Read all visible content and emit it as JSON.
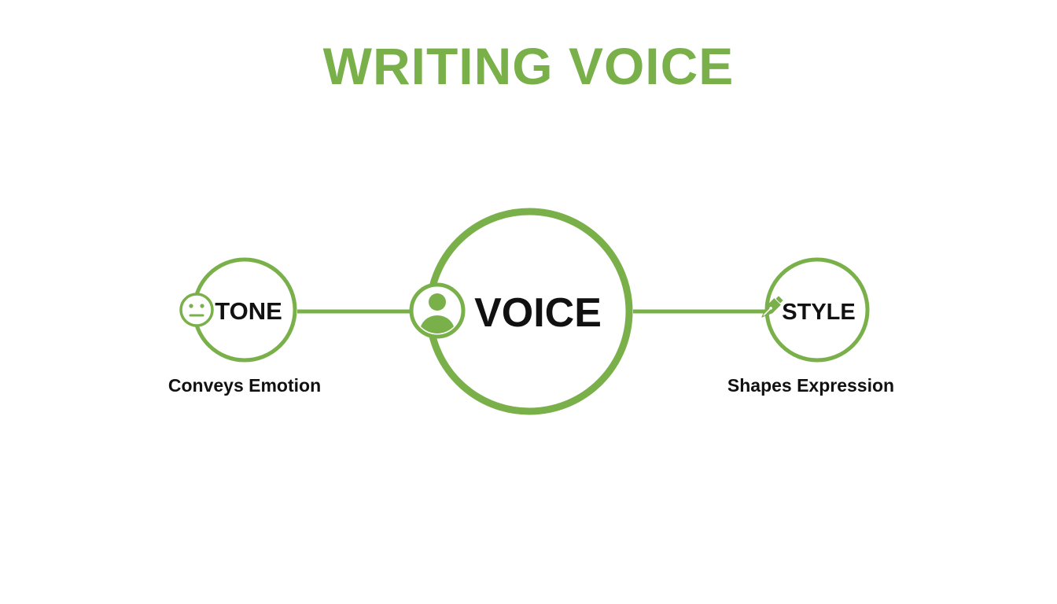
{
  "title": "WRITING VOICE",
  "colors": {
    "accent": "#7ab04a",
    "text": "#111111",
    "background": "#ffffff"
  },
  "nodes": {
    "tone": {
      "label": "TONE",
      "caption": "Conveys Emotion",
      "icon": "neutral-face-icon"
    },
    "voice": {
      "label": "VOICE",
      "icon": "user-avatar-icon"
    },
    "style": {
      "label": "STYLE",
      "caption": "Shapes Expression",
      "icon": "fountain-pen-icon"
    }
  }
}
